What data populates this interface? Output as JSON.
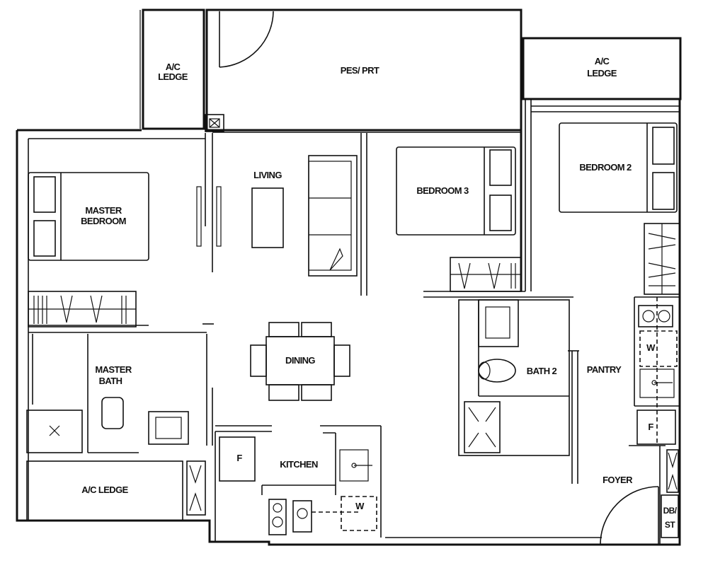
{
  "plan": {
    "type": "residential floor plan",
    "rooms": {
      "ac_ledge_top_left": {
        "line1": "A/C",
        "line2": "LEDGE"
      },
      "pes_prt": {
        "label": "PES/ PRT"
      },
      "ac_ledge_top_right": {
        "line1": "A/C",
        "line2": "LEDGE"
      },
      "living": {
        "label": "LIVING"
      },
      "bedroom_3": {
        "label": "BEDROOM 3"
      },
      "bedroom_2": {
        "label": "BEDROOM 2"
      },
      "master_bedroom": {
        "line1": "MASTER",
        "line2": "BEDROOM"
      },
      "dining": {
        "label": "DINING"
      },
      "master_bath": {
        "line1": "MASTER",
        "line2": "BATH"
      },
      "bath_2": {
        "label": "BATH 2"
      },
      "pantry": {
        "label": "PANTRY"
      },
      "kitchen": {
        "label": "KITCHEN"
      },
      "ac_ledge_bottom": {
        "label": "A/C LEDGE"
      },
      "foyer": {
        "label": "FOYER"
      },
      "db_st": {
        "line1": "DB/",
        "line2": "ST"
      }
    },
    "fixtures": {
      "fridge_kitchen": "F",
      "washer_kitchen": "W",
      "fridge_pantry": "F",
      "washer_pantry": "W"
    }
  }
}
